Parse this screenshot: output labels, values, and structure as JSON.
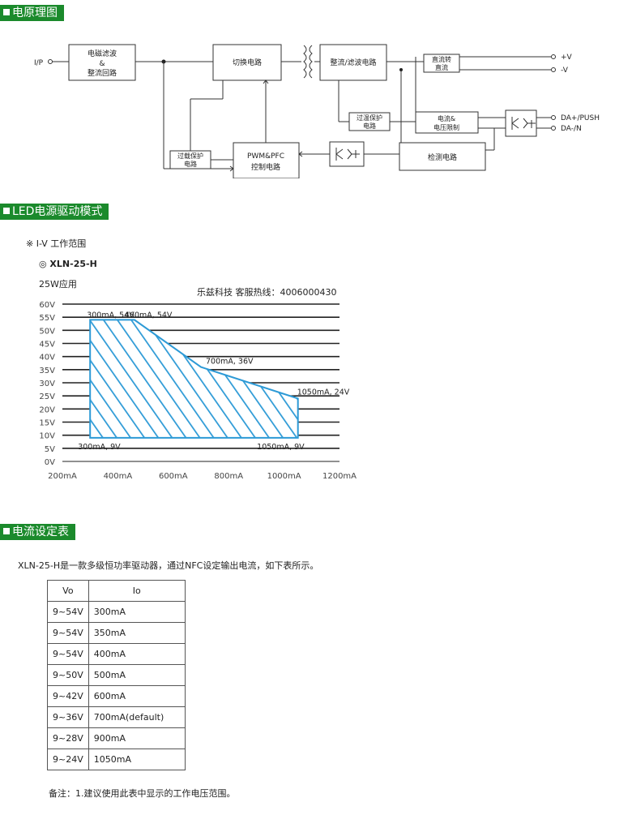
{
  "sections": {
    "schematic": "电原理图",
    "driver_mode": "LED电源驱动模式",
    "current_table": "电流设定表"
  },
  "diagram": {
    "input_label": "I/P",
    "emi_box": [
      "电磁滤波",
      "&",
      "整流回路"
    ],
    "switch_box": "切换电路",
    "rectifier_box": "整流/滤波电路",
    "dc_box": [
      "直流转",
      "直流"
    ],
    "overload_box": [
      "过载保护",
      "电路"
    ],
    "pwm_box": [
      "PWM&PFC",
      "控制电路"
    ],
    "overtemp_box": [
      "过温保护",
      "电路"
    ],
    "limit_box": [
      "电流&",
      "电压限制"
    ],
    "detect_box": "检测电路",
    "out_pos": "+V",
    "out_neg": "-V",
    "out_da_push": "DA+/PUSH",
    "out_da_n": "DA-/N"
  },
  "iv": {
    "heading": "※ I-V 工作范围",
    "model": "◎ XLN-25-H",
    "app": "25W应用",
    "watermark": "乐兹科技 客服热线：4006000430"
  },
  "chart_data": {
    "type": "area",
    "title": "",
    "xlabel": "",
    "ylabel": "",
    "x_ticks": [
      "200mA",
      "400mA",
      "600mA",
      "800mA",
      "1000mA",
      "1200mA"
    ],
    "y_ticks": [
      "0V",
      "5V",
      "10V",
      "15V",
      "20V",
      "25V",
      "30V",
      "35V",
      "40V",
      "45V",
      "50V",
      "55V",
      "60V"
    ],
    "xlim": [
      200,
      1200
    ],
    "ylim": [
      0,
      60
    ],
    "grid": true,
    "region": [
      {
        "x": 300,
        "y": 9
      },
      {
        "x": 300,
        "y": 54
      },
      {
        "x": 460,
        "y": 54
      },
      {
        "x": 700,
        "y": 36
      },
      {
        "x": 1050,
        "y": 24
      },
      {
        "x": 1050,
        "y": 9
      }
    ],
    "annotations": [
      "300mA, 54V",
      "460mA, 54V",
      "700mA, 36V",
      "1050mA, 24V",
      "300mA, 9V",
      "1050mA, 9V"
    ],
    "fill_color": "#2d9ad6"
  },
  "current": {
    "intro": "XLN-25-H是一款多级恒功率驱动器，通过NFC设定输出电流，如下表所示。",
    "headers": [
      "Vo",
      "Io"
    ],
    "rows": [
      [
        "9~54V",
        "300mA"
      ],
      [
        "9~54V",
        "350mA"
      ],
      [
        "9~54V",
        "400mA"
      ],
      [
        "9~50V",
        "500mA"
      ],
      [
        "9~42V",
        "600mA"
      ],
      [
        "9~36V",
        "700mA(default)"
      ],
      [
        "9~28V",
        "900mA"
      ],
      [
        "9~24V",
        "1050mA"
      ]
    ],
    "note": "备注：1.建议使用此表中显示的工作电压范围。"
  }
}
